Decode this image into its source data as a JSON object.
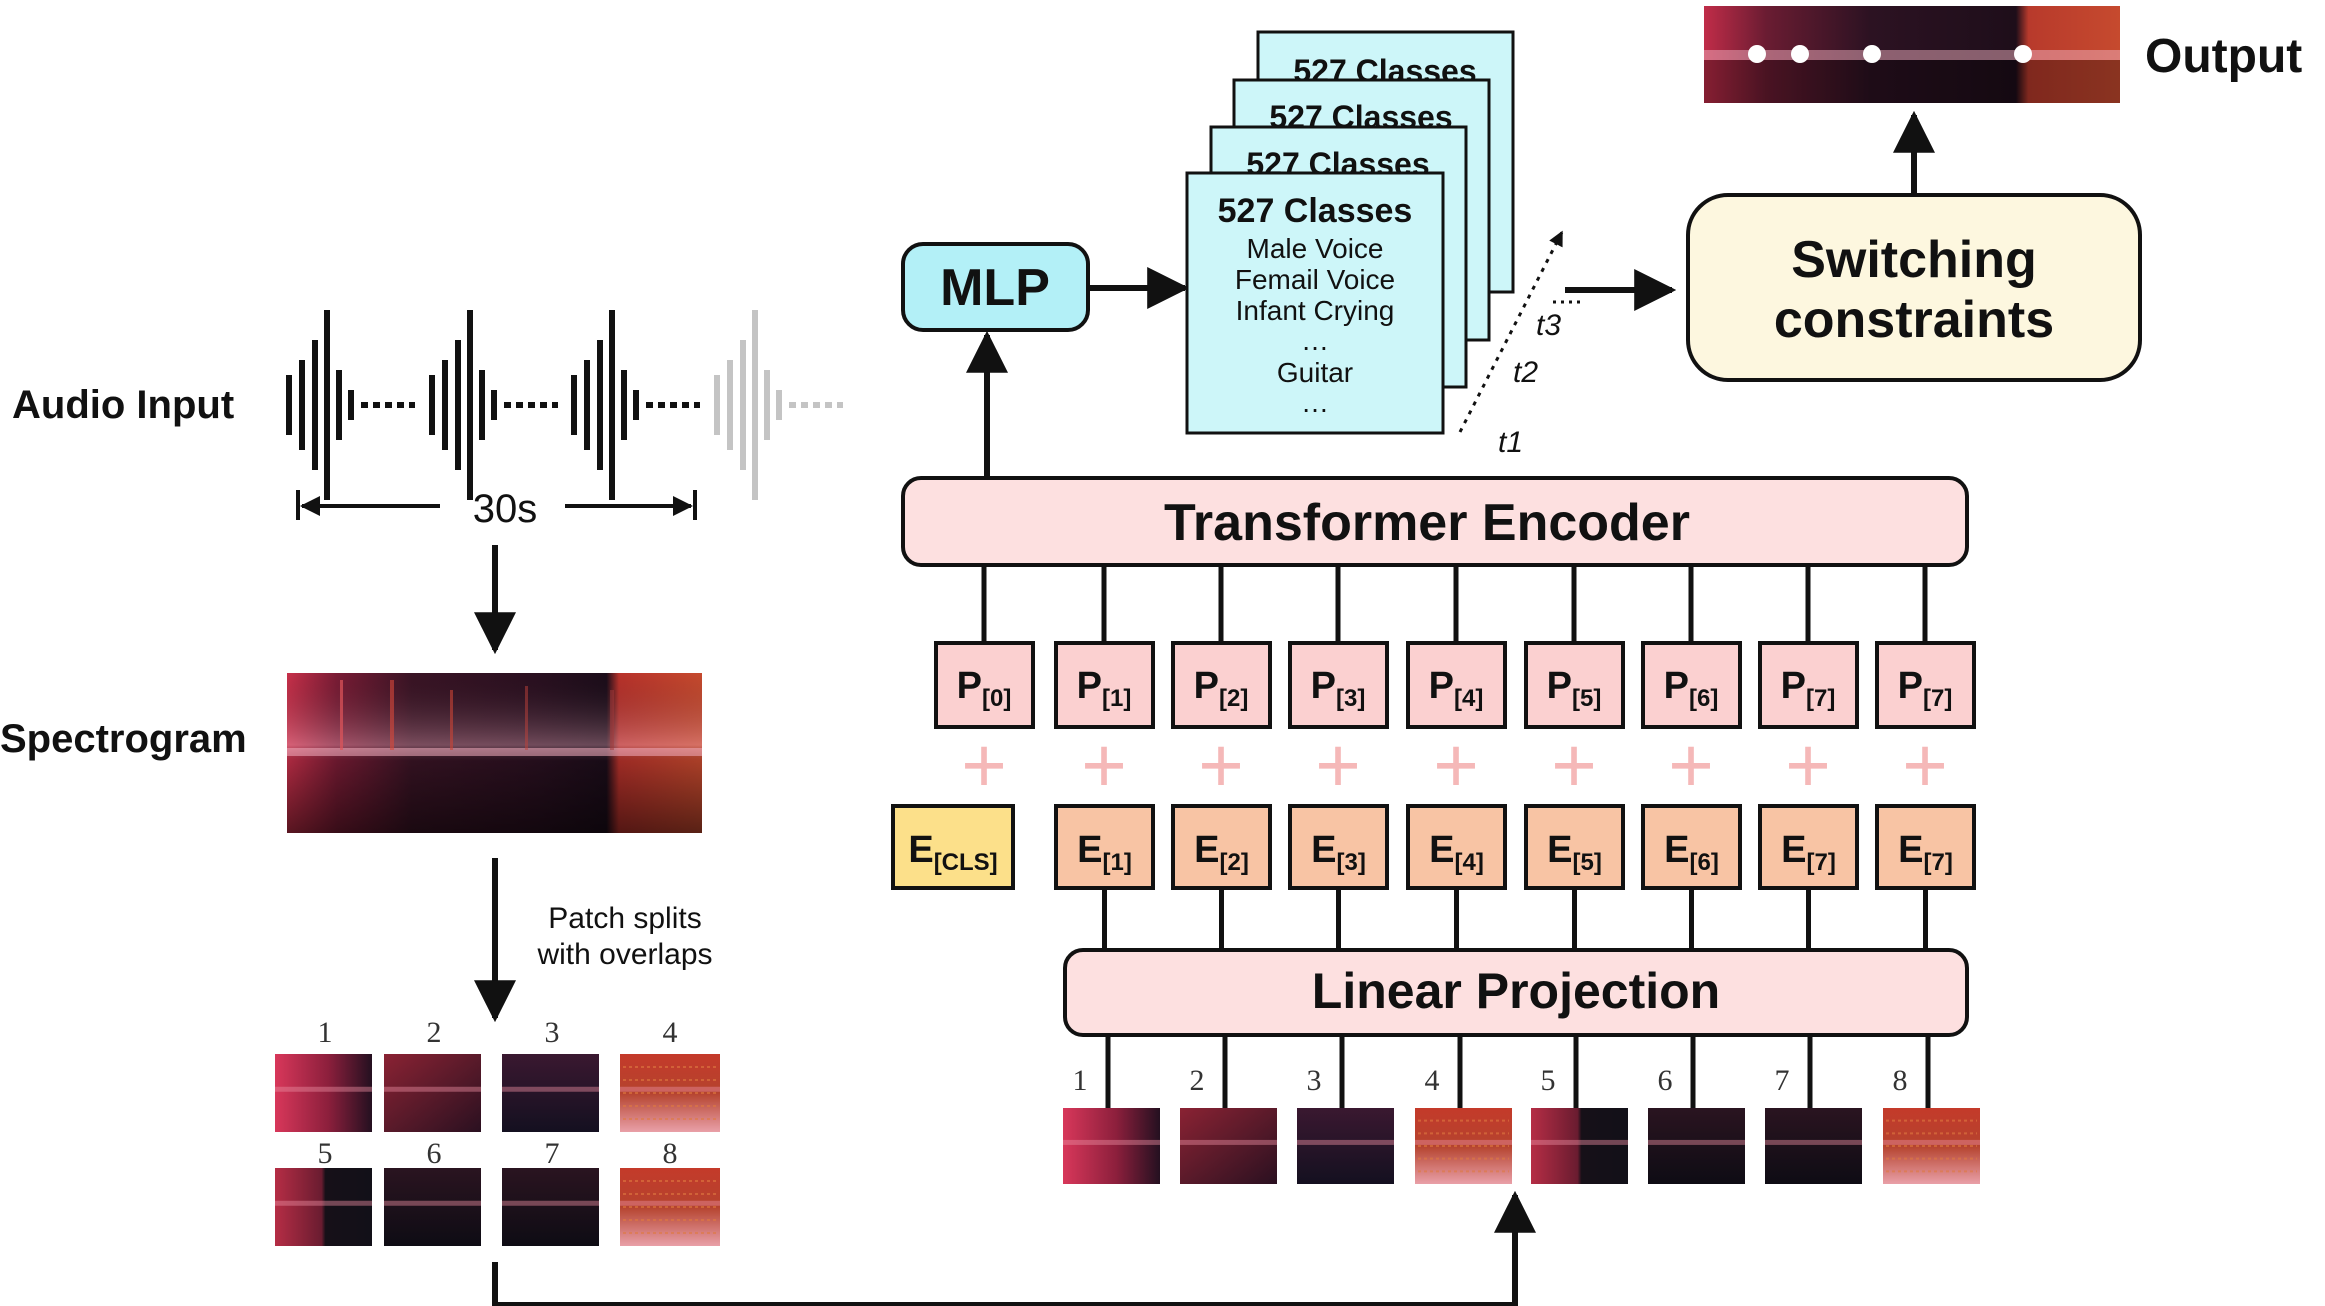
{
  "audio": {
    "label": "Audio Input",
    "duration": "30s"
  },
  "spectrogram": {
    "label": "Spectrogram",
    "split_caption_line1": "Patch splits",
    "split_caption_line2": "with overlaps"
  },
  "patches": [
    "1",
    "2",
    "3",
    "4",
    "5",
    "6",
    "7",
    "8"
  ],
  "linear_projection": "Linear Projection",
  "embeddings": [
    {
      "base": "E",
      "sub": "[CLS]"
    },
    {
      "base": "E",
      "sub": "[1]"
    },
    {
      "base": "E",
      "sub": "[2]"
    },
    {
      "base": "E",
      "sub": "[3]"
    },
    {
      "base": "E",
      "sub": "[4]"
    },
    {
      "base": "E",
      "sub": "[5]"
    },
    {
      "base": "E",
      "sub": "[6]"
    },
    {
      "base": "E",
      "sub": "[7]"
    },
    {
      "base": "E",
      "sub": "[7]"
    }
  ],
  "positions": [
    {
      "base": "P",
      "sub": "[0]"
    },
    {
      "base": "P",
      "sub": "[1]"
    },
    {
      "base": "P",
      "sub": "[2]"
    },
    {
      "base": "P",
      "sub": "[3]"
    },
    {
      "base": "P",
      "sub": "[4]"
    },
    {
      "base": "P",
      "sub": "[5]"
    },
    {
      "base": "P",
      "sub": "[6]"
    },
    {
      "base": "P",
      "sub": "[7]"
    },
    {
      "base": "P",
      "sub": "[7]"
    }
  ],
  "plus_symbol": "+",
  "transformer": "Transformer Encoder",
  "mlp": "MLP",
  "classes": {
    "title": "527 Classes",
    "items": [
      "Male Voice",
      "Femail Voice",
      "Infant Crying",
      "…",
      "Guitar",
      "…"
    ],
    "time_labels": [
      "t1",
      "t2",
      "t3"
    ]
  },
  "switching": {
    "line1": "Switching",
    "line2": "constraints"
  },
  "output_label": "Output",
  "colors": {
    "mlp_fill": "#b3f0f7",
    "classes_fill": "#cdf6f9",
    "switch_fill": "#fdf7df",
    "pink_fill": "#fde0e0",
    "emb_fill": "#f8c4a4",
    "cls_fill": "#fce08a",
    "pos_fill": "#fbd0d0",
    "plus": "#f5b8b8"
  }
}
